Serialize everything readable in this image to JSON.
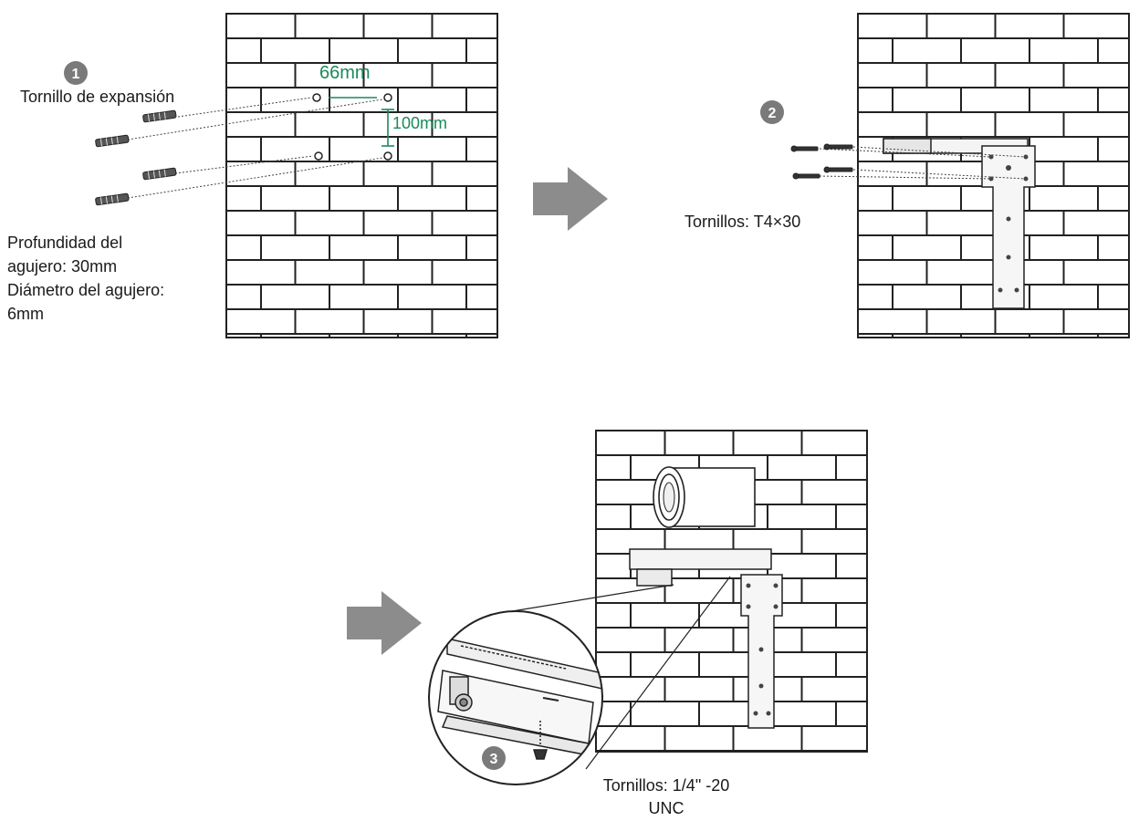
{
  "steps": [
    {
      "number": "1",
      "expansion_label": "Tornillo de expansión",
      "width_dim": "66mm",
      "height_dim": "100mm",
      "depth_line1": "Profundidad del",
      "depth_line2": "agujero: 30mm",
      "diameter_line1": "Diámetro del agujero:",
      "diameter_line2": "6mm"
    },
    {
      "number": "2",
      "screw_label": "Tornillos: T4×30"
    },
    {
      "number": "3",
      "screw_line1": "Tornillos: 1/4\" -20",
      "screw_line2": "UNC"
    }
  ],
  "colors": {
    "dimension": "#1a8a5a",
    "arrow": "#8c8c8c",
    "badge": "#7a7a7a",
    "line": "#222222"
  },
  "icons": [
    "step-arrow-icon",
    "expansion-anchor-icon",
    "screw-icon",
    "camera-icon",
    "bracket-icon"
  ]
}
